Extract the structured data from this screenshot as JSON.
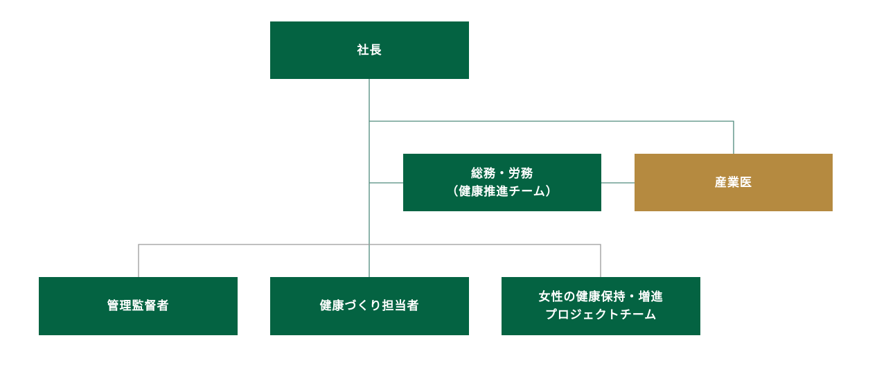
{
  "colors": {
    "primary_box": "#046342",
    "advisor_box": "#b58a40",
    "line_main": "#4f8a7c",
    "line_secondary": "#9a9a9a"
  },
  "org": {
    "president": "社長",
    "general_affairs": [
      "総務・労務",
      "（健康推進チーム）"
    ],
    "industrial_physician": "産業医",
    "management_supervisor": "管理監督者",
    "health_promotion_officer": "健康づくり担当者",
    "women_health_team": [
      "女性の健康保持・増進",
      "プロジェクトチーム"
    ]
  }
}
